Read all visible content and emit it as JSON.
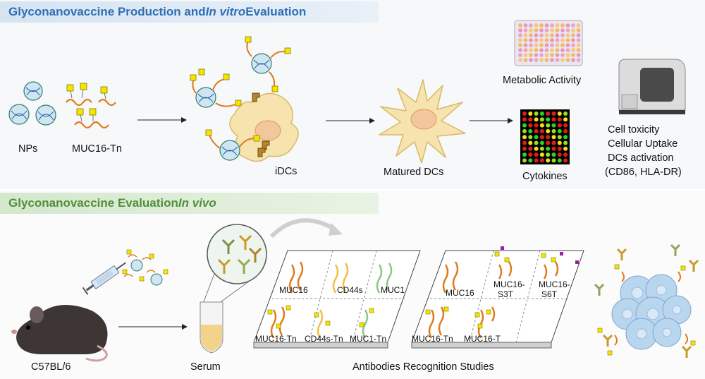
{
  "banners": {
    "top_prefix": "Glyconanovaccine Production and ",
    "top_italic": "In vitro",
    "top_suffix": " Evaluation",
    "bottom_prefix": "Glyconanovaccine Evaluation ",
    "bottom_italic": "In vivo"
  },
  "top": {
    "nps": "NPs",
    "muc16_tn": "MUC16-Tn",
    "idcs": "iDCs",
    "matured_dcs": "Matured DCs",
    "metabolic_activity": "Metabolic Activity",
    "cytokines": "Cytokines",
    "readouts": [
      "Cell toxicity",
      "Cellular Uptake",
      "DCs activation",
      "(CD86, HLA-DR)"
    ]
  },
  "bottom": {
    "mouse": "C57BL/6",
    "serum": "Serum",
    "studies": "Antibodies Recognition Studies",
    "slide1": [
      "MUC16",
      "CD44s",
      "MUC1",
      "MUC16-Tn",
      "CD44s-Tn",
      "MUC1-Tn"
    ],
    "slide2": [
      "MUC16",
      "MUC16-",
      "S3T",
      "MUC16-",
      "S6T",
      "MUC16-Tn",
      "MUC16-T"
    ]
  },
  "colors": {
    "top_banner_text": "#2d6fb5",
    "bottom_banner_text": "#4f8f3a",
    "peptide": "#e07a1f",
    "tn_sugar": "#f5e600",
    "dc_cell": "#f7e3ad",
    "tumor": "#b9d6ef"
  }
}
